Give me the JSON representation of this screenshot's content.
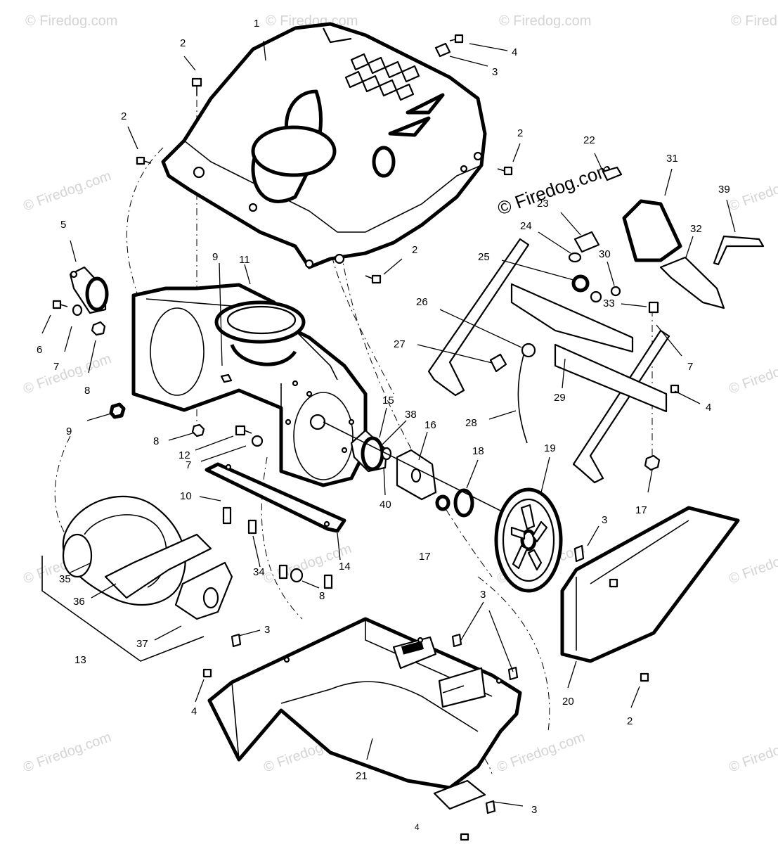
{
  "watermark": {
    "text": "© Firedog.com",
    "prominent_text": "© Firedog.com",
    "color": "#d4d4d4"
  },
  "page_number": "4",
  "callouts": [
    "1",
    "2",
    "2",
    "2",
    "2",
    "3",
    "4",
    "5",
    "6",
    "7",
    "8",
    "9",
    "9",
    "11",
    "8",
    "12",
    "7",
    "10",
    "34",
    "14",
    "8",
    "35",
    "36",
    "37",
    "13",
    "3",
    "4",
    "21",
    "3",
    "3",
    "22",
    "23",
    "24",
    "25",
    "30",
    "31",
    "32",
    "39",
    "33",
    "26",
    "27",
    "7",
    "29",
    "4",
    "28",
    "15",
    "38",
    "16",
    "18",
    "40",
    "19",
    "17",
    "17",
    "3",
    "20",
    "2"
  ]
}
